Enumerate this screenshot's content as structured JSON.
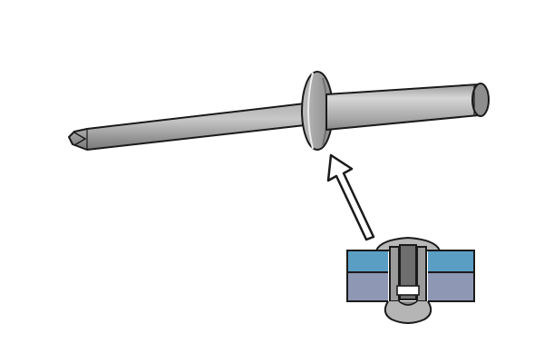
{
  "diagram": {
    "subject": "blind rivet",
    "parts": [
      {
        "id": "mandrel",
        "icon": "rivet-mandrel-icon"
      },
      {
        "id": "rivet-head",
        "icon": "rivet-head-icon"
      },
      {
        "id": "arrow",
        "icon": "arrow-up-left-icon"
      },
      {
        "id": "cross-section",
        "icon": "rivet-cross-section-icon"
      }
    ],
    "colors": {
      "outline": "#1a1a1a",
      "metal_light": "#d4d4d4",
      "metal_mid": "#a9a9a9",
      "metal_dark": "#7e7e7e",
      "plate_top": "#5a9ec4",
      "plate_bottom": "#8e97b4",
      "arrow_fill": "#ffffff",
      "background": "#ffffff"
    }
  }
}
